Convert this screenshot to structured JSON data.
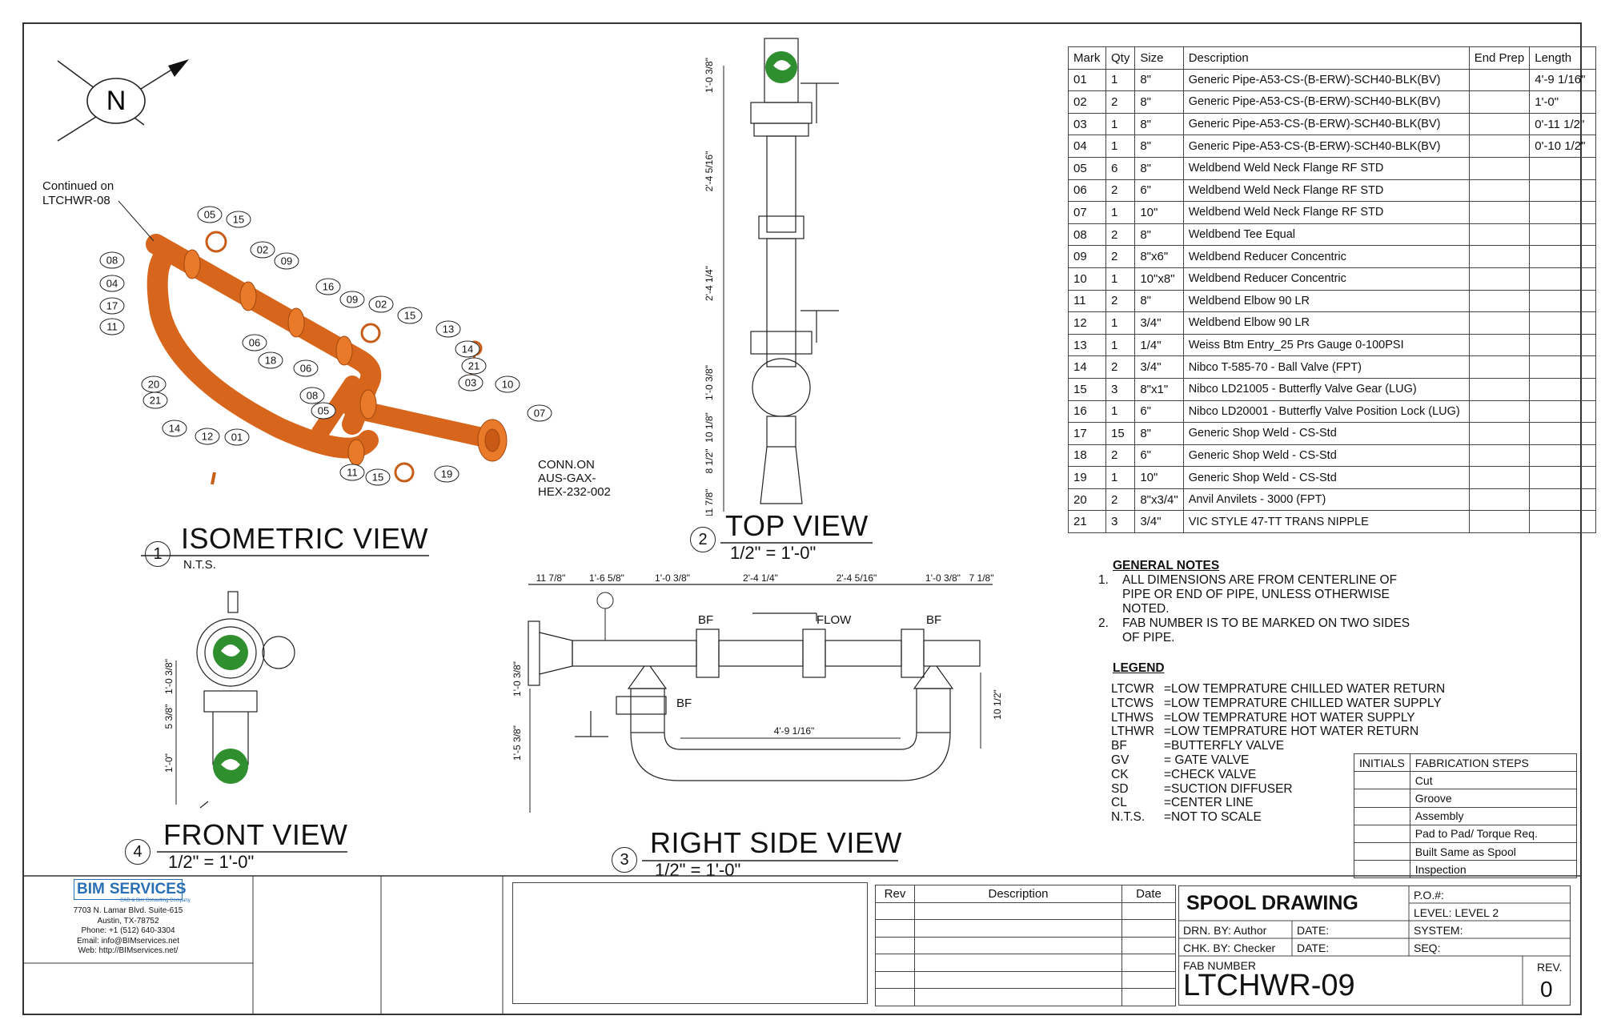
{
  "north": {
    "label": "N"
  },
  "views": {
    "isometric": {
      "num": "1",
      "title": "ISOMETRIC VIEW",
      "scale": "N.T.S."
    },
    "top": {
      "num": "2",
      "title": "TOP VIEW",
      "scale": "1/2\" = 1'-0\""
    },
    "right": {
      "num": "3",
      "title": "RIGHT SIDE VIEW",
      "scale": "1/2\" = 1'-0\""
    },
    "front": {
      "num": "4",
      "title": "FRONT VIEW",
      "scale": "1/2\" = 1'-0\""
    }
  },
  "iso_notes": {
    "continued": "Continued on",
    "continued_ref": "LTCHWR-08",
    "conn1": "CONN.ON",
    "conn2": "AUS-GAX-",
    "conn3": "HEX-232-002"
  },
  "iso_callouts": [
    "05",
    "15",
    "02",
    "09",
    "08",
    "04",
    "17",
    "11",
    "16",
    "09",
    "02",
    "15",
    "06",
    "18",
    "06",
    "13",
    "14",
    "21",
    "03",
    "10",
    "20",
    "21",
    "08",
    "05",
    "07",
    "14",
    "12",
    "01",
    "11",
    "15",
    "19"
  ],
  "top_dims": [
    "1'-0 3/8\"",
    "2'-4 5/16\"",
    "2'-4 1/4\"",
    "1'-0 3/8\"",
    "10 1/8\"",
    "8 1/2\"",
    "11 7/8\""
  ],
  "right_dims": {
    "top": [
      "11 7/8\"",
      "1'-6 5/8\"",
      "1'-0 3/8\"",
      "2'-4 1/4\"",
      "2'-4 5/16\"",
      "1'-0 3/8\"",
      "7 1/8\""
    ],
    "left": [
      "1'-0 3/8\"",
      "1'-5 3/8\""
    ],
    "right": "10 1/2\"",
    "mid": "4'-9 1/16\"",
    "bf": "BF",
    "flow": "FLOW"
  },
  "front_dims": [
    "1'-0 3/8\"",
    "5 3/8\"",
    "1'-0\""
  ],
  "bom": {
    "headers": {
      "mark": "Mark",
      "qty": "Qty",
      "size": "Size",
      "desc": "Description",
      "end": "End Prep",
      "len": "Length"
    },
    "rows": [
      {
        "mark": "01",
        "qty": "1",
        "size": "8\"",
        "desc": "Generic Pipe-A53-CS-(B-ERW)-SCH40-BLK(BV)",
        "end": "",
        "len": "4'-9 1/16\""
      },
      {
        "mark": "02",
        "qty": "2",
        "size": "8\"",
        "desc": "Generic Pipe-A53-CS-(B-ERW)-SCH40-BLK(BV)",
        "end": "",
        "len": "1'-0\""
      },
      {
        "mark": "03",
        "qty": "1",
        "size": "8\"",
        "desc": "Generic Pipe-A53-CS-(B-ERW)-SCH40-BLK(BV)",
        "end": "",
        "len": "0'-11 1/2\""
      },
      {
        "mark": "04",
        "qty": "1",
        "size": "8\"",
        "desc": "Generic Pipe-A53-CS-(B-ERW)-SCH40-BLK(BV)",
        "end": "",
        "len": "0'-10 1/2\""
      },
      {
        "mark": "05",
        "qty": "6",
        "size": "8\"",
        "desc": "Weldbend Weld Neck Flange RF STD",
        "end": "",
        "len": ""
      },
      {
        "mark": "06",
        "qty": "2",
        "size": "6\"",
        "desc": "Weldbend Weld Neck Flange RF STD",
        "end": "",
        "len": ""
      },
      {
        "mark": "07",
        "qty": "1",
        "size": "10\"",
        "desc": "Weldbend Weld Neck Flange RF STD",
        "end": "",
        "len": ""
      },
      {
        "mark": "08",
        "qty": "2",
        "size": "8\"",
        "desc": "Weldbend Tee Equal",
        "end": "",
        "len": ""
      },
      {
        "mark": "09",
        "qty": "2",
        "size": "8\"x6\"",
        "desc": "Weldbend Reducer Concentric",
        "end": "",
        "len": ""
      },
      {
        "mark": "10",
        "qty": "1",
        "size": "10\"x8\"",
        "desc": "Weldbend Reducer Concentric",
        "end": "",
        "len": ""
      },
      {
        "mark": "11",
        "qty": "2",
        "size": "8\"",
        "desc": "Weldbend Elbow 90 LR",
        "end": "",
        "len": ""
      },
      {
        "mark": "12",
        "qty": "1",
        "size": "3/4\"",
        "desc": "Weldbend Elbow 90 LR",
        "end": "",
        "len": ""
      },
      {
        "mark": "13",
        "qty": "1",
        "size": "1/4\"",
        "desc": "Weiss Btm Entry_25 Prs Gauge 0-100PSI",
        "end": "",
        "len": ""
      },
      {
        "mark": "14",
        "qty": "2",
        "size": "3/4\"",
        "desc": "Nibco T-585-70 - Ball Valve (FPT)",
        "end": "",
        "len": ""
      },
      {
        "mark": "15",
        "qty": "3",
        "size": "8\"x1\"",
        "desc": "Nibco LD21005 - Butterfly Valve Gear (LUG)",
        "end": "",
        "len": ""
      },
      {
        "mark": "16",
        "qty": "1",
        "size": "6\"",
        "desc": "Nibco LD20001 - Butterfly Valve Position Lock (LUG)",
        "end": "",
        "len": ""
      },
      {
        "mark": "17",
        "qty": "15",
        "size": "8\"",
        "desc": "Generic Shop Weld - CS-Std",
        "end": "",
        "len": ""
      },
      {
        "mark": "18",
        "qty": "2",
        "size": "6\"",
        "desc": "Generic Shop Weld - CS-Std",
        "end": "",
        "len": ""
      },
      {
        "mark": "19",
        "qty": "1",
        "size": "10\"",
        "desc": "Generic Shop Weld - CS-Std",
        "end": "",
        "len": ""
      },
      {
        "mark": "20",
        "qty": "2",
        "size": "8\"x3/4\"",
        "desc": "Anvil Anvilets - 3000 (FPT)",
        "end": "",
        "len": ""
      },
      {
        "mark": "21",
        "qty": "3",
        "size": "3/4\"",
        "desc": "VIC STYLE 47-TT TRANS NIPPLE",
        "end": "",
        "len": ""
      }
    ]
  },
  "general_notes": {
    "title": "GENERAL NOTES",
    "n1": "1.",
    "l1": "ALL DIMENSIONS ARE FROM CENTERLINE OF",
    "l2": "PIPE OR END OF PIPE, UNLESS OTHERWISE",
    "l3": "NOTED.",
    "n2": "2.",
    "l4": "FAB NUMBER IS TO BE MARKED ON TWO SIDES",
    "l5": "OF PIPE."
  },
  "legend": {
    "title": "LEGEND",
    "items": [
      {
        "ab": "LTCWR",
        "txt": "=LOW TEMPRATURE CHILLED WATER RETURN"
      },
      {
        "ab": "LTCWS",
        "txt": "=LOW TEMPRATURE CHILLED WATER SUPPLY"
      },
      {
        "ab": "LTHWS",
        "txt": "=LOW TEMPRATURE HOT WATER SUPPLY"
      },
      {
        "ab": "LTHWR",
        "txt": "=LOW TEMPRATURE HOT WATER RETURN"
      },
      {
        "ab": "BF",
        "txt": "=BUTTERFLY VALVE"
      },
      {
        "ab": "GV",
        "txt": "= GATE VALVE"
      },
      {
        "ab": "CK",
        "txt": "=CHECK VALVE"
      },
      {
        "ab": "SD",
        "txt": "=SUCTION DIFFUSER"
      },
      {
        "ab": "CL",
        "txt": "=CENTER LINE"
      },
      {
        "ab": "N.T.S.",
        "txt": "=NOT TO SCALE"
      }
    ]
  },
  "fab_steps": {
    "initials": "INITIALS",
    "title": "FABRICATION STEPS",
    "steps": [
      "Cut",
      "Groove",
      "Assembly",
      "Pad to Pad/ Torque Req.",
      "Built Same as Spool",
      "Inspection"
    ]
  },
  "company": {
    "logo_bim": "BIM",
    "logo_services": "SERVICES",
    "logo_tag": "CAD & Bim Consulting Company",
    "addr1": "7703 N. Lamar Blvd. Suite-615",
    "addr2": "Austin, TX-78752",
    "phone": "Phone: +1 (512) 640-3304",
    "email_label": "Email: ",
    "email": "info@BIMservices.net",
    "web_label": "Web: ",
    "web": "http://BIMservices.net/"
  },
  "rev_table": {
    "rev": "Rev",
    "desc": "Description",
    "date": "Date"
  },
  "title_block": {
    "title": "SPOOL DRAWING",
    "drn": "DRN. BY:  Author",
    "chk": "CHK. BY:  Checker",
    "date1": "DATE:",
    "date2": "DATE:",
    "po": "P.O.#:",
    "level": "LEVEL: LEVEL 2",
    "system": "SYSTEM:",
    "seq": "SEQ:",
    "fab_label": "FAB NUMBER",
    "fab_number": "LTCHWR-09",
    "rev_label": "REV.",
    "rev_value": "0"
  }
}
